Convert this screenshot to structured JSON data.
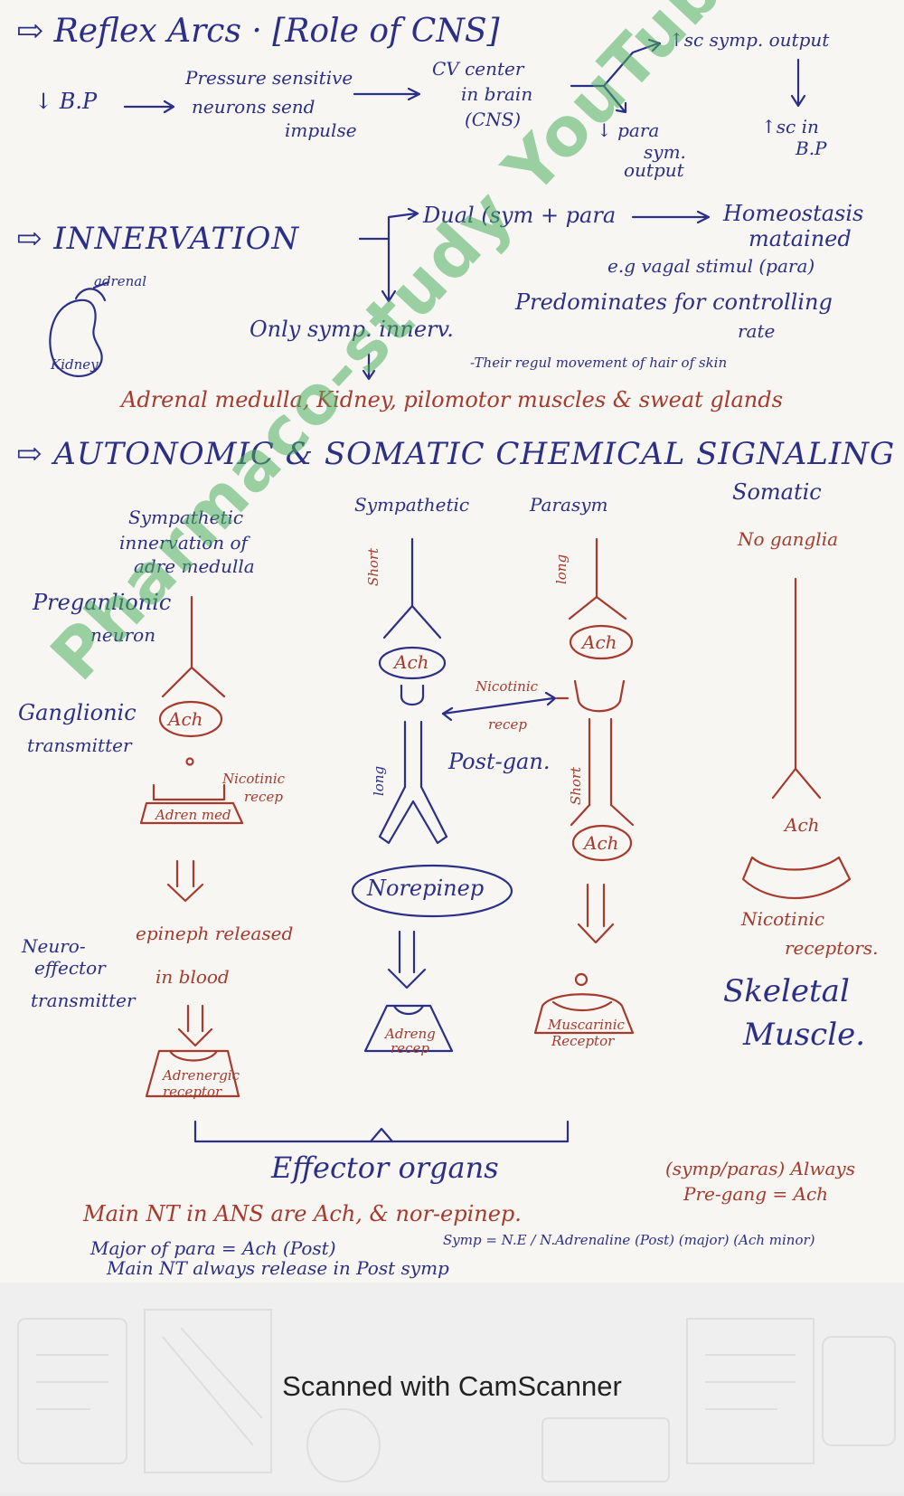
{
  "reflex": {
    "title": "⇨ Reflex Arcs · [Role of CNS]",
    "bp": "↓ B.P",
    "pressure_line1": "Pressure sensitive",
    "pressure_line2": "neurons send",
    "pressure_line3": "impulse",
    "cv_line1": "CV center",
    "cv_line2": "in brain",
    "cv_line3": "(CNS)",
    "symp_output": "↑sc symp. output",
    "tsc_bp_line1": "↑sc in",
    "tsc_bp_line2": "B.P",
    "para_line1": "↓ para",
    "para_line2": "sym.",
    "para_line3": "output"
  },
  "innervation": {
    "title": "⇨ INNERVATION",
    "dual": "Dual (sym + para",
    "homeostasis_line1": "Homeostasis",
    "homeostasis_line2": "matained",
    "vagal": "e.g vagal stimul (para)",
    "predominates_line1": "Predominates for controlling",
    "predominates_line2": "rate",
    "only_symp": "Only symp. innerv.",
    "adrenal_label": "adrenal",
    "kidney_label": "Kidney",
    "hair_note": "-Their regul movement of hair of skin",
    "organs": "Adrenal medulla, Kidney, pilomotor muscles & sweat glands"
  },
  "signaling": {
    "title": "⇨ AUTONOMIC & SOMATIC CHEMICAL SIGNALING",
    "col1_line1": "Sympathetic",
    "col1_line2": "innervation of",
    "col1_line3": "adre medulla",
    "col2": "Sympathetic",
    "col3": "Parasym",
    "col4": "Somatic",
    "no_ganglia": "No ganglia",
    "preganglionic_line1": "Preganlionic",
    "preganglionic_line2": "neuron",
    "ganglionic_line1": "Ganglionic",
    "ganglionic_line2": "transmitter",
    "ach": "Ach",
    "nicotinic_recep_line1": "Nicotinic",
    "nicotinic_recep_line2": "recep",
    "adren_med": "Adren med",
    "short": "Short",
    "long": "long",
    "post_gan": "Post-gan.",
    "norepinep": "Norepinep",
    "neuroeffector_line1": "Neuro-",
    "neuroeffector_line2": "effector",
    "neuroeffector_line3": "transmitter",
    "epineph_line1": "epineph released",
    "epineph_line2": "in blood",
    "adrenergic_recep_line1": "Adrenergic",
    "adrenergic_recep_line2": "receptor",
    "adreng_recep_line1": "Adreng",
    "adreng_recep_line2": "recep",
    "muscarinic_line1": "Muscarinic",
    "muscarinic_line2": "Receptor",
    "nicotinic_receptors_line1": "Nicotinic",
    "nicotinic_receptors_line2": "receptors.",
    "skeletal_line1": "Skeletal",
    "skeletal_line2": "Muscle.",
    "effector_organs": "Effector organs"
  },
  "notes": {
    "always_line1": "(symp/paras) Always",
    "always_line2": "Pre-gang = Ach",
    "main_nt": "Main NT in ANS are Ach, & nor-epinep.",
    "major_para": "Major of para = Ach (Post)",
    "symp_ne": "Symp = N.E / N.Adrenaline (Post) (major) (Ach minor)",
    "always_release": "Main NT always release in Post symp"
  },
  "watermark": "Pharmaco-study YouTube",
  "footer": {
    "scanned": "Scanned with CamScanner"
  },
  "colors": {
    "ink_blue": "#2c2f86",
    "ink_red": "#a63a2c",
    "watermark_green": "#4caf5c"
  }
}
